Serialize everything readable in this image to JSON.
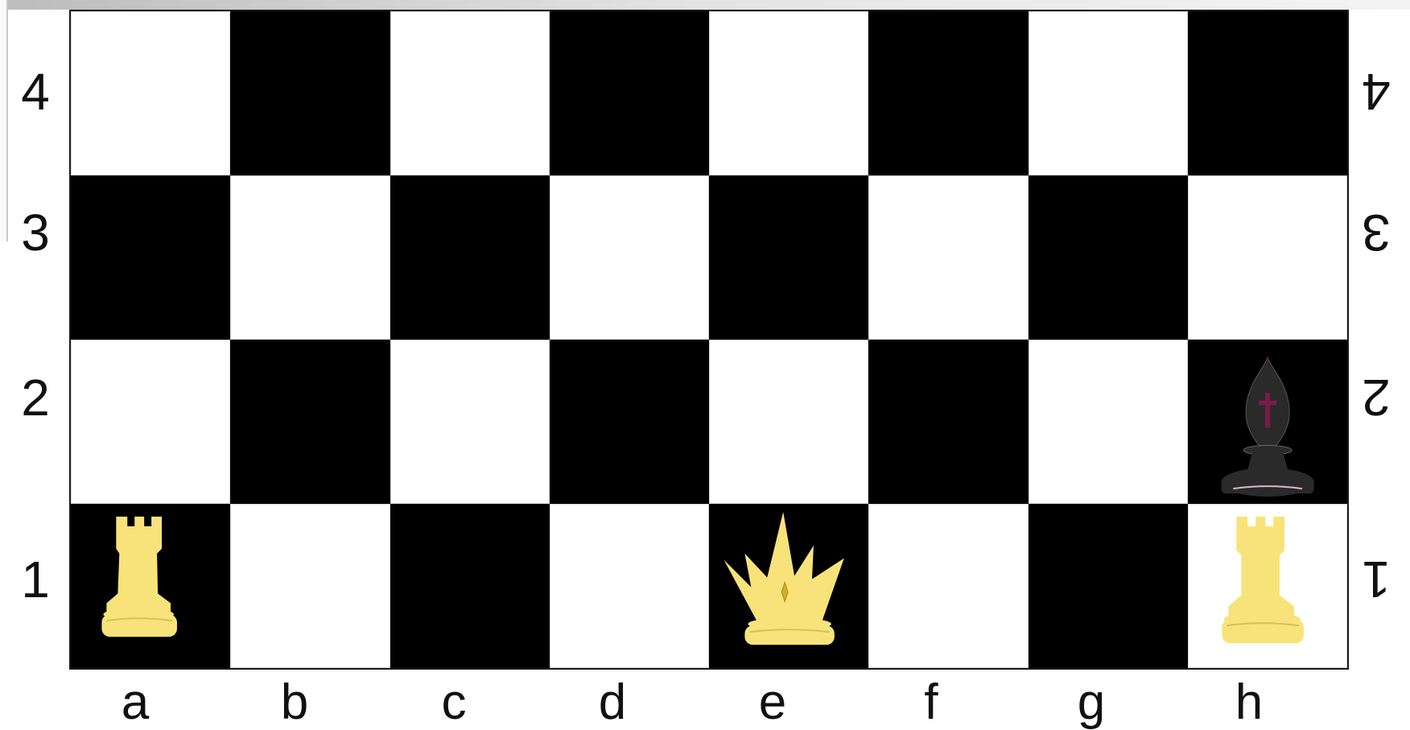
{
  "board": {
    "files": [
      "a",
      "b",
      "c",
      "d",
      "e",
      "f",
      "g",
      "h"
    ],
    "ranks": [
      "4",
      "3",
      "2",
      "1"
    ],
    "colors": {
      "light": "#ffffff",
      "dark": "#000000",
      "white_piece": "#f8e37a",
      "black_piece": "#2a2a2a",
      "accent": "#7a1a4a"
    },
    "pieces": [
      {
        "square": "a1",
        "type": "rook",
        "color": "white",
        "icon": "rook-icon"
      },
      {
        "square": "e1",
        "type": "king",
        "color": "white",
        "icon": "crown-icon"
      },
      {
        "square": "h1",
        "type": "rook",
        "color": "white",
        "icon": "rook-icon"
      },
      {
        "square": "h2",
        "type": "bishop",
        "color": "black",
        "icon": "bishop-icon"
      }
    ]
  }
}
